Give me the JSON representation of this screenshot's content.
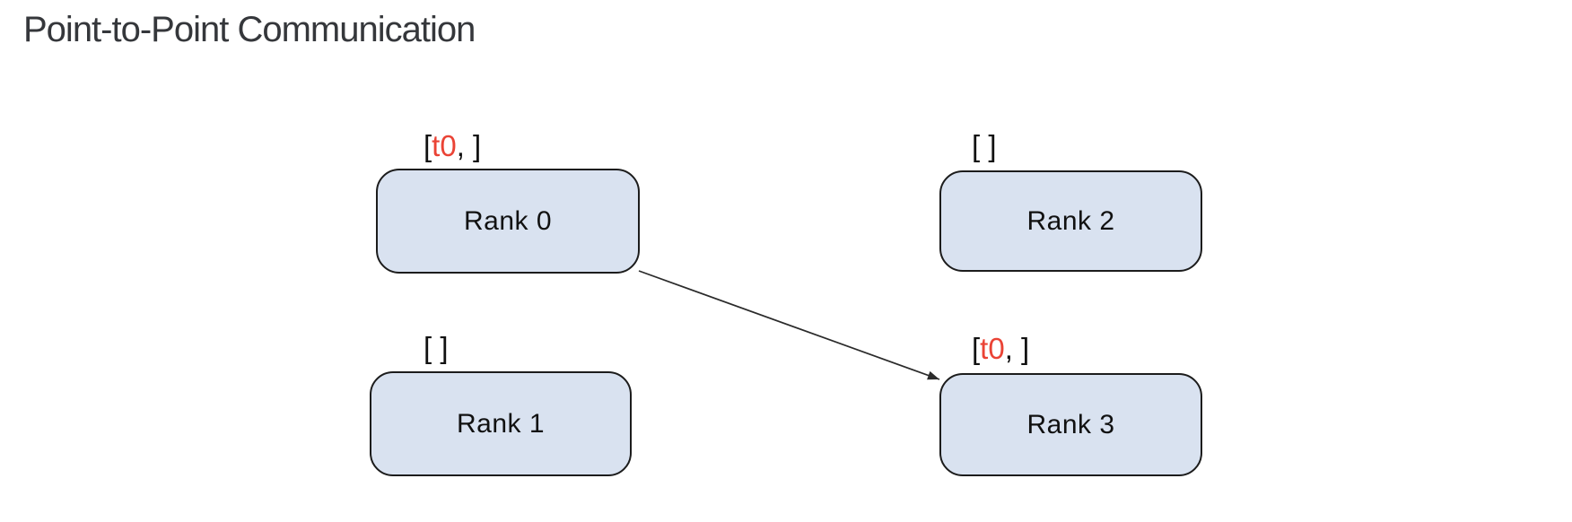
{
  "page": {
    "title": "Point-to-Point Communication"
  },
  "diagram": {
    "nodes": [
      {
        "id": "rank-0",
        "label": "Rank 0",
        "buffer_prefix": "[",
        "buffer_tag": "t0",
        "buffer_suffix": ", ]"
      },
      {
        "id": "rank-1",
        "label": "Rank 1",
        "buffer_prefix": "[ ]",
        "buffer_tag": "",
        "buffer_suffix": ""
      },
      {
        "id": "rank-2",
        "label": "Rank 2",
        "buffer_prefix": "[ ]",
        "buffer_tag": "",
        "buffer_suffix": ""
      },
      {
        "id": "rank-3",
        "label": "Rank 3",
        "buffer_prefix": "[",
        "buffer_tag": "t0",
        "buffer_suffix": ", ]"
      }
    ],
    "edges": [
      {
        "from": "Rank 0",
        "to": "Rank 3",
        "style": "arrow",
        "meaning": "send tag t0 from Rank 0 to Rank 3"
      }
    ],
    "colors": {
      "node_fill": "#d9e2f0",
      "node_border": "#1c1c1c",
      "tag_red": "#ea4335",
      "arrow": "#2b2b2b",
      "title_text": "#35373b",
      "label_text": "#111111"
    }
  }
}
